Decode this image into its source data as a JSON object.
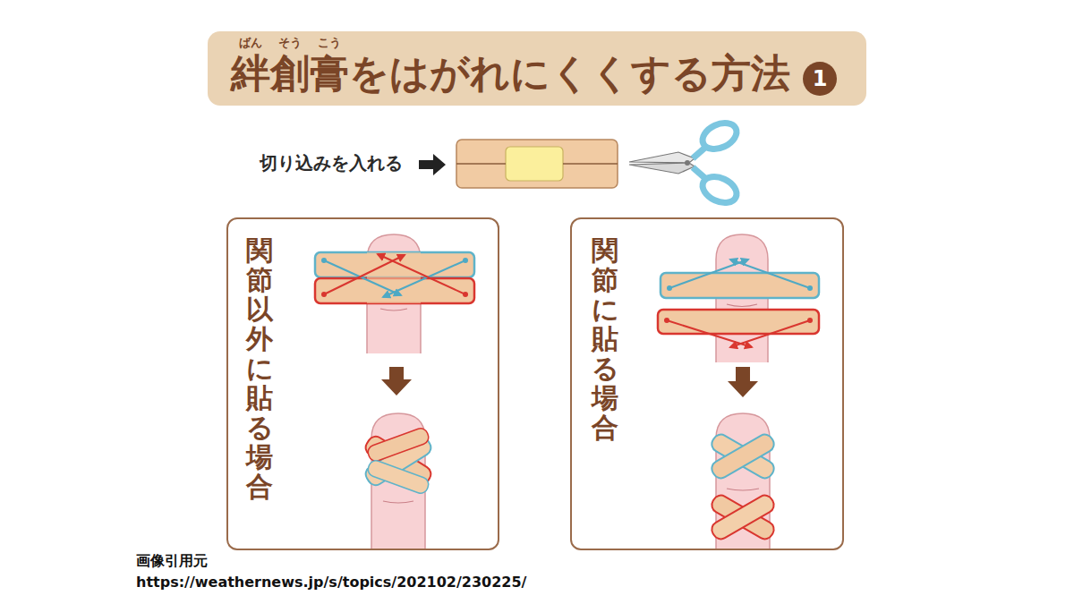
{
  "diagram": {
    "title": "絆創膏をはがれにくくする方法",
    "nodes": [
      {
        "text": [
          "関節以外に貼る場合"
        ]
      },
      {
        "text": [
          "関節に貼る場合"
        ]
      }
    ],
    "labels": [
      "ばん",
      "そう",
      "こう",
      "1",
      "切り込みを入れる",
      "画像引用元",
      "https://weathernews.jp/s/topics/202102/230225/"
    ]
  }
}
